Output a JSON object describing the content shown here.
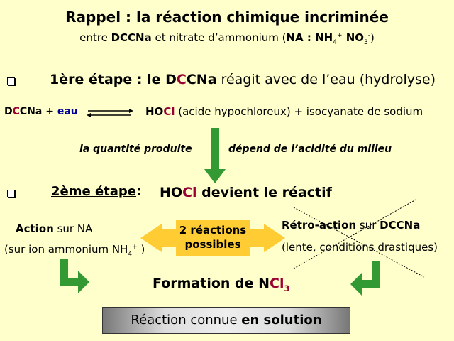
{
  "title": "Rappel : la réaction chimique incriminée",
  "subtitle": {
    "p1": "entre ",
    "p2": "DCCNa",
    "p3": " et nitrate d’ammonium (",
    "p4": "NA : NH",
    "p5": "4",
    "p6": "+",
    "p7": " NO",
    "p8": "3",
    "p9": "-",
    "p10": ")"
  },
  "step1": {
    "label": "1ère étape",
    "p1": " : le D",
    "p2": "C",
    "p3": "CNa",
    "p4": " réagit avec de l’eau (hydrolyse)"
  },
  "equation": {
    "d": "D",
    "c": "C",
    "cna": "CNa",
    "plus": " + ",
    "eau": "eau",
    "ho": "HO",
    "cl": "Cl",
    "rest": " (acide hypochloreux) + isocyanate de sodium"
  },
  "note": {
    "left": "la quantité produite",
    "right": "dépend de l’acidité du milieu"
  },
  "step2": {
    "label": "2ème étape",
    "colon": " :",
    "ho": "HO",
    "cl": "Cl",
    "rest": " devient le réactif"
  },
  "left": {
    "line1a": "Action",
    "line1b": " sur NA",
    "line2a": "(sur ion ammonium ",
    "line2b": "NH",
    "sub": "4",
    "sup": "+",
    "line2c": " )"
  },
  "center_label": {
    "line1": "2 réactions",
    "line2": "possibles"
  },
  "right": {
    "line1a": "Rétro-action",
    "line1b": " sur ",
    "line1c": "DCCNa",
    "line2": "(lente, conditions drastiques)"
  },
  "formation": {
    "p1": "Formation de N",
    "cl": "Cl",
    "sub": "3"
  },
  "box": {
    "p1": "Réaction connue ",
    "p2": "en solution"
  },
  "colors": {
    "background": "#ffffcc",
    "red": "#990033",
    "blue": "#000099",
    "arrow_green": "#339933",
    "arrow_yellow": "#ffcc33"
  }
}
